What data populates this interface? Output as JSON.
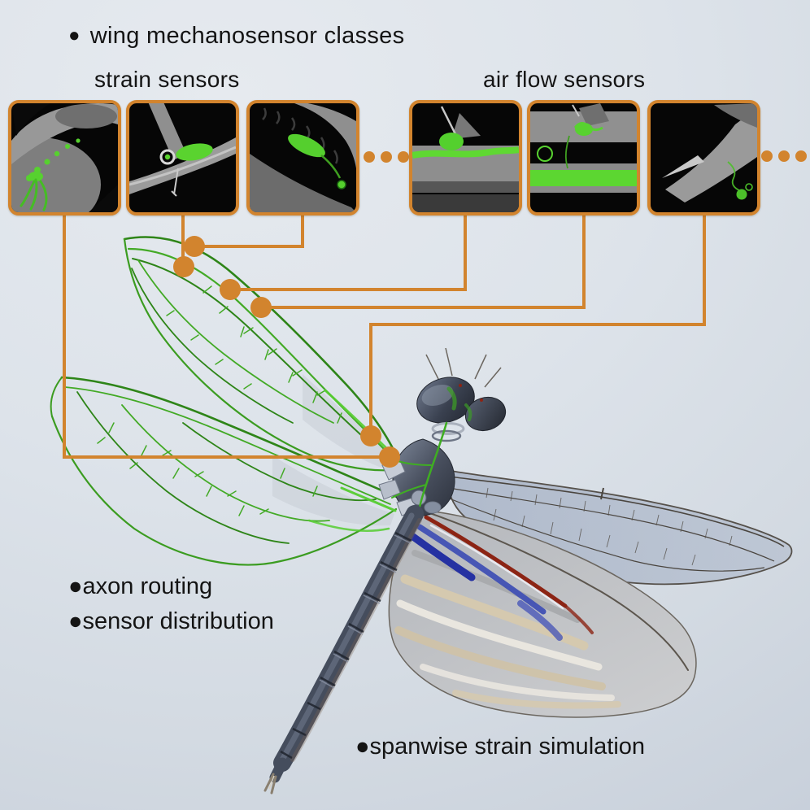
{
  "figure": {
    "bullet": "●",
    "title": "wing mechanosensor classes",
    "sensor_groups": [
      {
        "id": "strain",
        "label": "strain sensors",
        "images": [
          "strain-sensor-micrograph-1",
          "strain-sensor-micrograph-2",
          "strain-sensor-micrograph-3"
        ],
        "more_indicator": "three-dots"
      },
      {
        "id": "airflow",
        "label": "air flow sensors",
        "images": [
          "airflow-sensor-micrograph-1",
          "airflow-sensor-micrograph-2",
          "airflow-sensor-micrograph-3"
        ],
        "more_indicator": "three-dots"
      }
    ],
    "annotations": [
      {
        "label": "axon routing"
      },
      {
        "label": "sensor distribution"
      },
      {
        "label": "spanwise strain simulation"
      }
    ],
    "colors": {
      "background": "#dde3ea",
      "accent_orange": "#d2842e",
      "neuron_green_bright": "#55cc30",
      "neuron_green_dark": "#2e8518",
      "text": "#141414",
      "body_slate": "#454d5d",
      "sim_blue": "#4050b4",
      "sim_red": "#8c2414",
      "sim_tan": "#d6c9ae"
    }
  }
}
